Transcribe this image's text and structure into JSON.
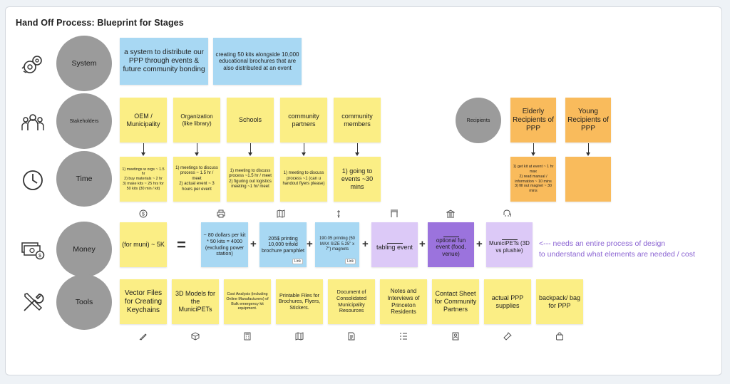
{
  "title": "Hand Off Process: Blueprint for Stages",
  "rows": {
    "system": "System",
    "stakeholders": "Stakeholders",
    "time": "Time",
    "money": "Money",
    "tools": "Tools"
  },
  "recipients_label": "Recipients",
  "system_notes": [
    "a system to distribute our PPP through events & future community bonding",
    "creating 50 kits alongside 10,000 educational brochures that are also distributed at an event"
  ],
  "stakeholders": [
    "OEM / Municipality",
    "Organization (like library)",
    "Schools",
    "community partners",
    "community members"
  ],
  "recipients": [
    "Elderly Recipients of PPP",
    "Young Recipients of PPP"
  ],
  "time_notes": [
    "1) meetings w orgs ~ 1.5 hr\n2) buy materials ~ 2 hr\n3) make kits ~ 25 hrs for 50 kits (30 min / kit)",
    "1) meetings to discuss process ~ 1.5 hr / meet\n2) actual event ~ 3 hours per event",
    "1) meeting to discuss process ~1.5 hr / meet\n2) figuring out logistics meeting ~1 hr/ meet",
    "1) meeting to discuss process ~1 (can u handout flyers please)",
    "1) going to events ~30 mins"
  ],
  "recipient_time_notes": [
    "1) get kit at event ~ 1 hr max\n2) read manual / information ~ 10 mins\n3) fill out magnet ~ 30 mins",
    ""
  ],
  "money": {
    "muni": "(for muni) ~ 5K",
    "equals": "=",
    "plus": "+",
    "items": [
      "~ 80 dollars per kit * 50 kits = 4000 (excluding power station)",
      "205$ printing 10,000 trifold brochure pamphlet",
      "190.05 printing (50 MAX SIZE 5.25\" x 7\") magnets",
      "tabling event",
      "optional fun event (food, venue)",
      "MuniciPETs (3D vs plushie)"
    ],
    "link_label": "Link",
    "annotation_line1": "<--- needs an entire process of design",
    "annotation_line2": "to understand what elements are needed / cost"
  },
  "tools": [
    "Vector Files for Creating Keychains",
    "3D Models for the MuniciPETs",
    "Cost Analysis (including Online Manufacturers) of Bulk emergency kit equipment.",
    "Printable Files for Brochures, Flyers, Stickers.",
    "Document of Consolidated Municipality Resources",
    "Notes and Interviews of Princeton Residents",
    "Contact Sheet for Community Partners",
    "actual PPP supplies",
    "backpack/ bag for PPP"
  ],
  "colors": {
    "yellow": "#fbee85",
    "blue": "#a8d8f3",
    "orange": "#f9bb5c",
    "lavender": "#dcc9f7",
    "purple": "#9b73dd",
    "circle": "#9b9b9b",
    "annotation": "#8a63d2"
  },
  "icons": [
    "gears-icon",
    "people-icon",
    "clock-icon",
    "money-icon",
    "tools-icon",
    "dollar-icon",
    "printer-icon",
    "map-icon",
    "tent-icon",
    "building-icon",
    "elephant-icon",
    "pencil-icon",
    "cube-icon",
    "doc-icon",
    "list-icon",
    "flashlight-icon",
    "bag-icon"
  ]
}
